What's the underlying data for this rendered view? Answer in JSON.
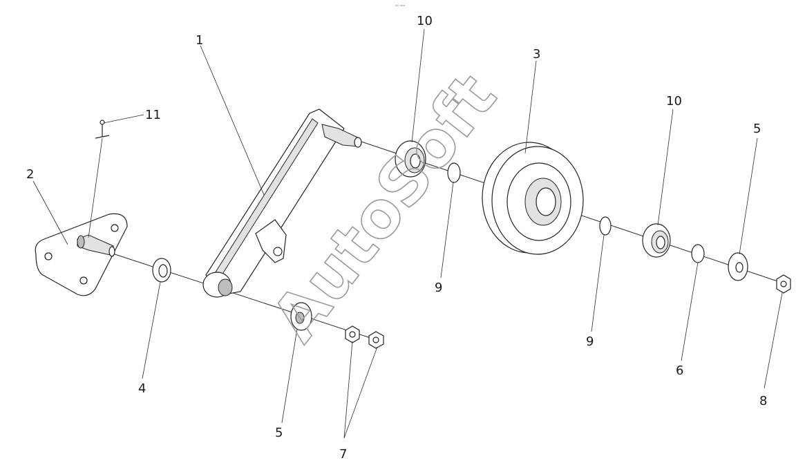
{
  "header_note": "°° °°°",
  "watermark": "AutoSoft",
  "callouts": {
    "c1": "1",
    "c2": "2",
    "c3": "3",
    "c4": "4",
    "c5a": "5",
    "c5b": "5",
    "c6": "6",
    "c7": "7",
    "c8": "8",
    "c9a": "9",
    "c9b": "9",
    "c10a": "10",
    "c10b": "10",
    "c11": "11"
  }
}
